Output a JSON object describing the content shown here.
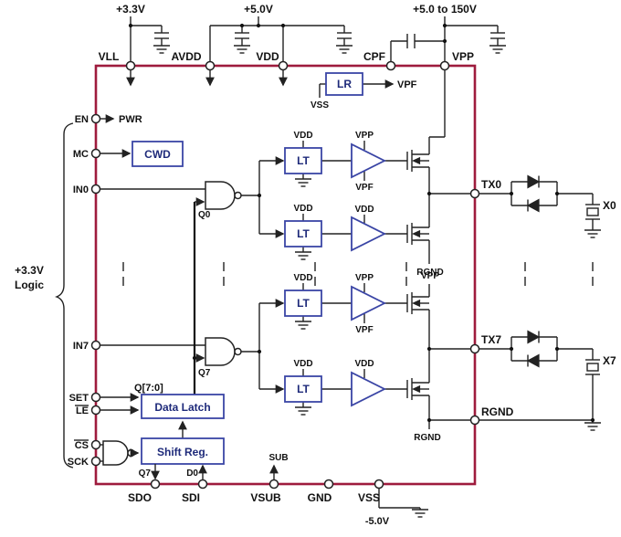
{
  "supplies": {
    "v33": "+3.3V",
    "v5": "+5.0V",
    "hv": "+5.0 to 150V",
    "vneg": "-5.0V"
  },
  "pins": {
    "top": {
      "vll": "VLL",
      "avdd": "AVDD",
      "vdd": "VDD",
      "cpf": "CPF",
      "vpp": "VPP"
    },
    "left": {
      "en": "EN",
      "mc": "MC",
      "in0": "IN0",
      "in7": "IN7",
      "set": "SET",
      "le": "LE",
      "cs": "CS",
      "sck": "SCK"
    },
    "bottom": {
      "sdo": "SDO",
      "sdi": "SDI",
      "vsub": "VSUB",
      "gnd": "GND",
      "vss": "VSS"
    },
    "right": {
      "tx0": "TX0",
      "tx7": "TX7",
      "rgnd": "RGND"
    }
  },
  "blocks": {
    "lr": "LR",
    "cwd": "CWD",
    "lt": "LT",
    "data_latch": "Data Latch",
    "shift_reg": "Shift Reg."
  },
  "nets": {
    "pwr": "PWR",
    "vpf": "VPF",
    "vss": "VSS",
    "vdd": "VDD",
    "vpp": "VPP",
    "rgnd": "RGND",
    "sub": "SUB",
    "q0": "Q0",
    "q7": "Q7",
    "qbus": "Q[7:0]",
    "d0": "D0"
  },
  "external": {
    "x0": "X0",
    "x7": "X7"
  },
  "annotation": {
    "logic_line1": "+3.3V",
    "logic_line2": "Logic"
  }
}
